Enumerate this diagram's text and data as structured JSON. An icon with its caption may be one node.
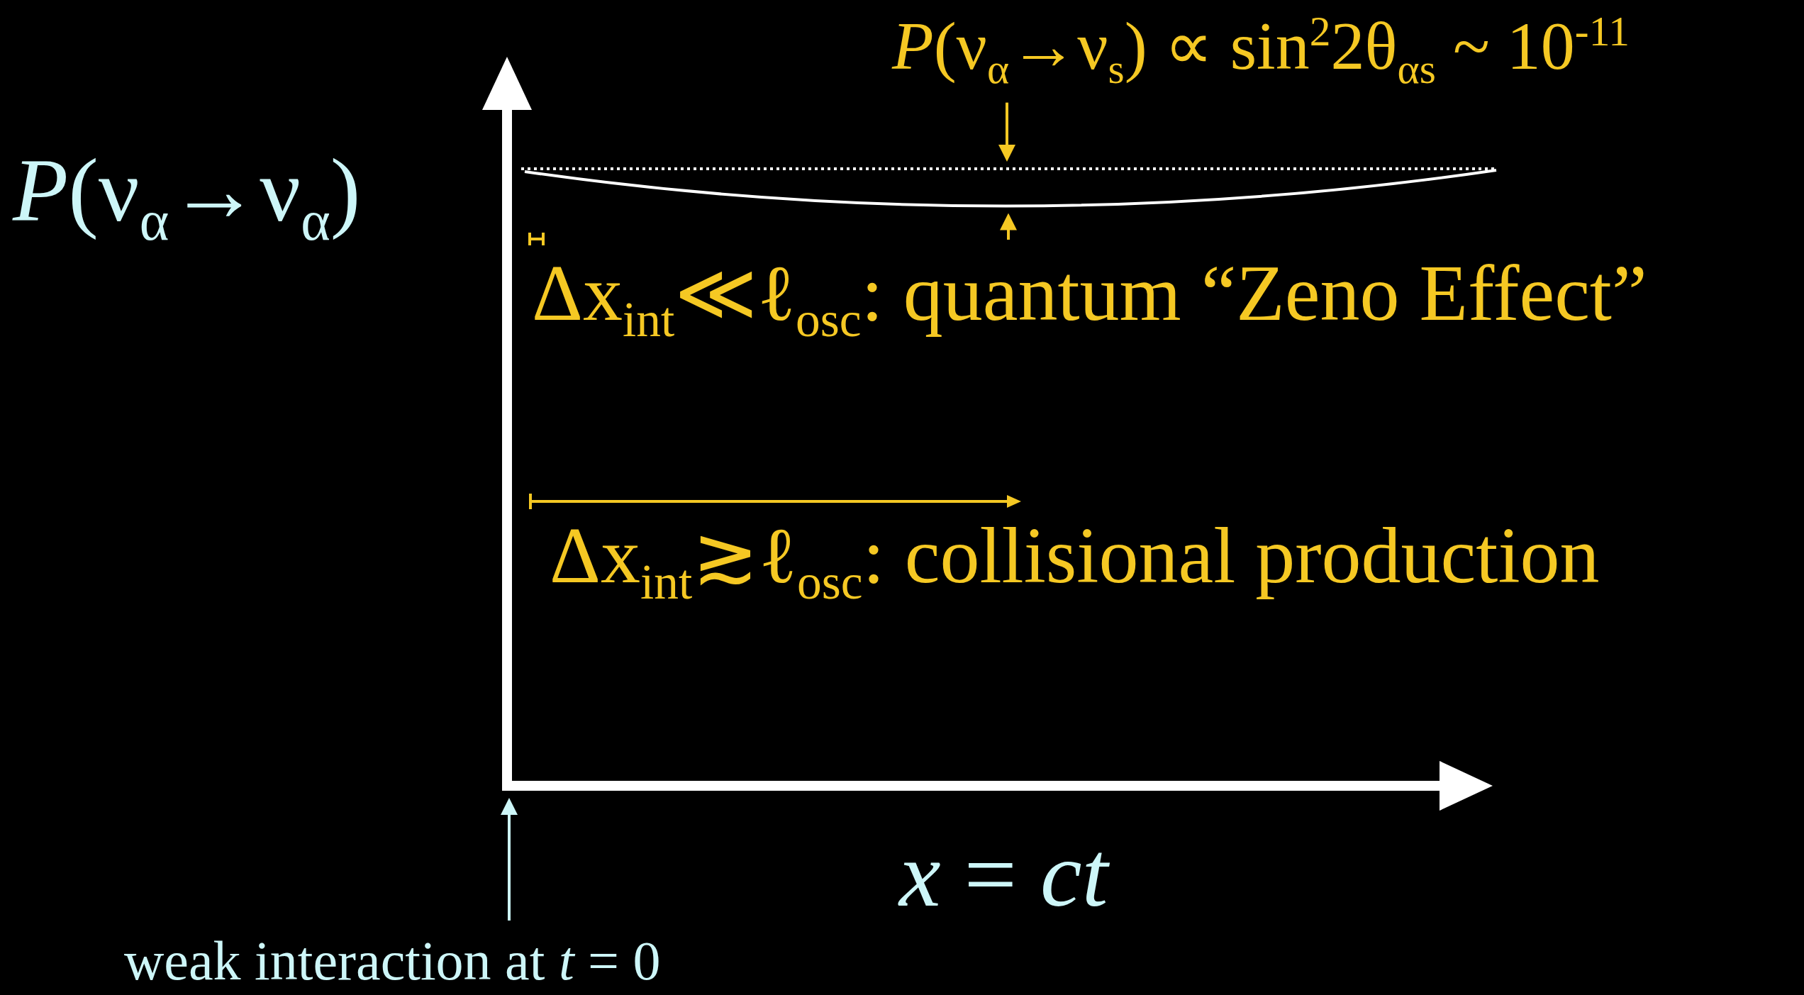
{
  "diagram": {
    "nodes": [
      {
        "text": [
          "*P*(ν$_{α}$→ν$_{s}$) ∝ sin$^{2}$2θ$_{αs}$ ~ 10$^{-11}$"
        ]
      },
      {
        "text": [],
        "shape": "line"
      },
      {
        "text": [
          "Δx$_{int}$≪ℓ$_{osc}$: quantum “Zeno Effect”"
        ]
      },
      {
        "text": [],
        "shape": "curve"
      },
      {
        "text": [
          "weak interaction at *t* = 0"
        ]
      },
      {
        "text": [],
        "shape": "axis"
      }
    ],
    "edges": [
      {
        "from": 0,
        "to": 1,
        "arrow": "to"
      },
      {
        "from": 2,
        "to": 3,
        "arrow": "to"
      },
      {
        "from": 4,
        "to": 5,
        "arrow": "to",
        "color": "#cdf6f8"
      }
    ],
    "labels": [
      "*P*(ν$_{α}$→ν$_{α}$)",
      "Δx$_{int}$≳ℓ$_{osc}$: collisional production",
      "*x* = *ct*"
    ]
  }
}
